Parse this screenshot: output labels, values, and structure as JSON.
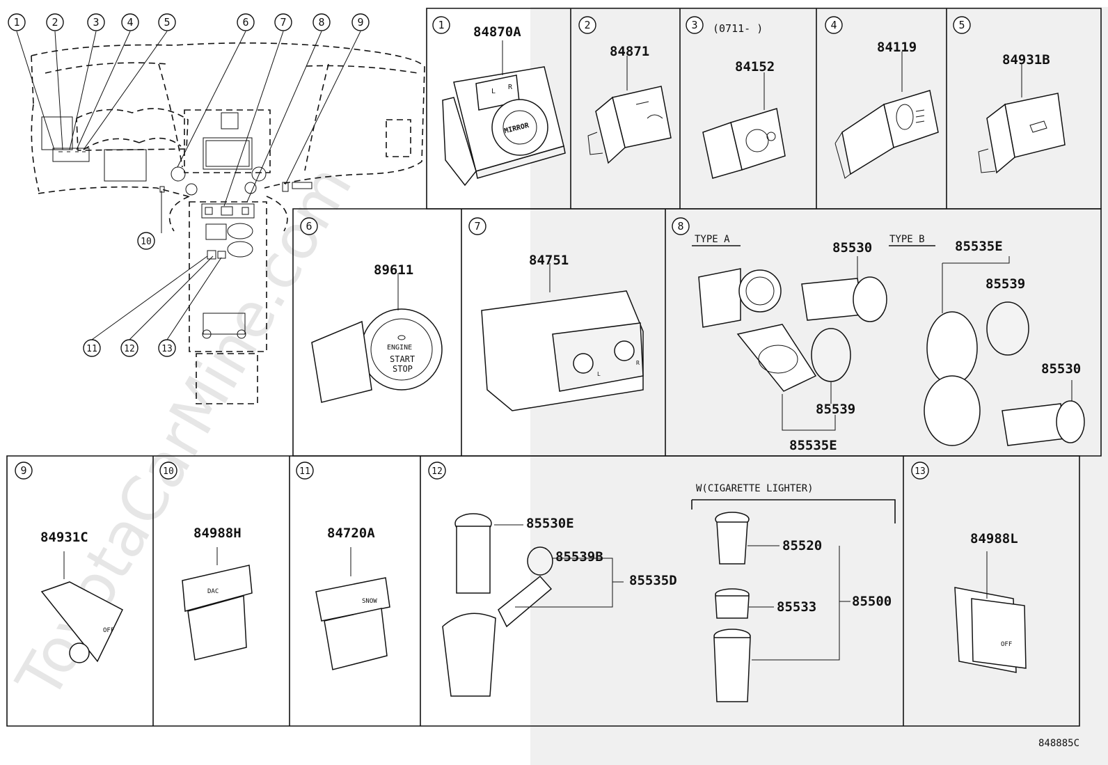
{
  "diagram_code": "848885C",
  "watermark": "ToyotaCarMine.com",
  "overview": {
    "callouts": [
      "1",
      "2",
      "3",
      "4",
      "5",
      "6",
      "7",
      "8",
      "9",
      "10",
      "11",
      "12",
      "13"
    ]
  },
  "panels": [
    {
      "id": "1",
      "parts": [
        "84870A"
      ],
      "text": [
        "MIRROR",
        "L",
        "R"
      ]
    },
    {
      "id": "2",
      "parts": [
        "84871"
      ]
    },
    {
      "id": "3",
      "qualifier": "(0711-     )",
      "parts": [
        "84152"
      ]
    },
    {
      "id": "4",
      "parts": [
        "84119"
      ]
    },
    {
      "id": "5",
      "parts": [
        "84931B"
      ]
    },
    {
      "id": "6",
      "parts": [
        "89611"
      ],
      "text": [
        "ENGINE",
        "START",
        "STOP"
      ]
    },
    {
      "id": "7",
      "parts": [
        "84751"
      ],
      "text": [
        "L",
        "R"
      ]
    },
    {
      "id": "8",
      "type_a": "TYPE A",
      "type_b": "TYPE B",
      "parts": [
        "85530",
        "85535E",
        "85539",
        "85539",
        "85535E",
        "85530"
      ]
    },
    {
      "id": "9",
      "parts": [
        "84931C"
      ],
      "text": [
        "OFF"
      ]
    },
    {
      "id": "10",
      "parts": [
        "84988H"
      ],
      "text": [
        "DAC"
      ]
    },
    {
      "id": "11",
      "parts": [
        "84720A"
      ],
      "text": [
        "SNOW"
      ]
    },
    {
      "id": "12",
      "group_label": "W(CIGARETTE LIGHTER)",
      "parts": [
        "85530E",
        "85539B",
        "85535D",
        "85520",
        "85533",
        "85500"
      ]
    },
    {
      "id": "13",
      "parts": [
        "84988L"
      ],
      "text": [
        "OFF"
      ]
    }
  ]
}
